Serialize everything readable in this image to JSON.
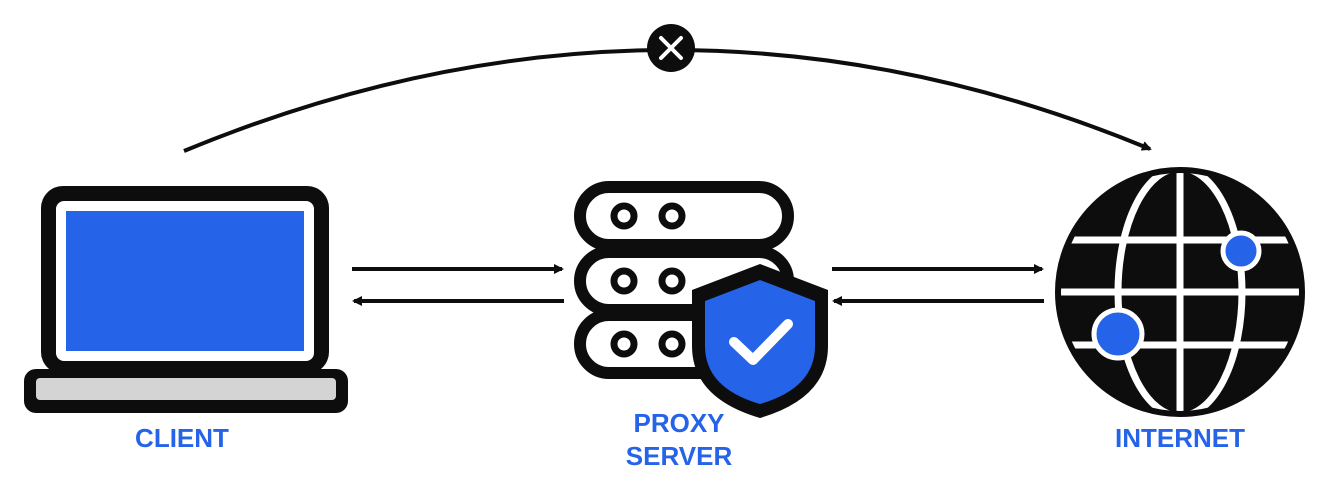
{
  "labels": {
    "client": "CLIENT",
    "proxy_line1": "PROXY",
    "proxy_line2": "SERVER",
    "internet": "INTERNET"
  },
  "colors": {
    "accent": "#2563e9",
    "ink": "#0d0d0d",
    "background": "#ffffff",
    "keyboard": "#d4d4d4",
    "x_mark": "#ffffff"
  },
  "icons": {
    "client": "laptop-icon",
    "proxy": "server-stack-icon",
    "badge": "shield-check-icon",
    "internet": "globe-network-icon",
    "blocked": "x-circle-icon"
  }
}
